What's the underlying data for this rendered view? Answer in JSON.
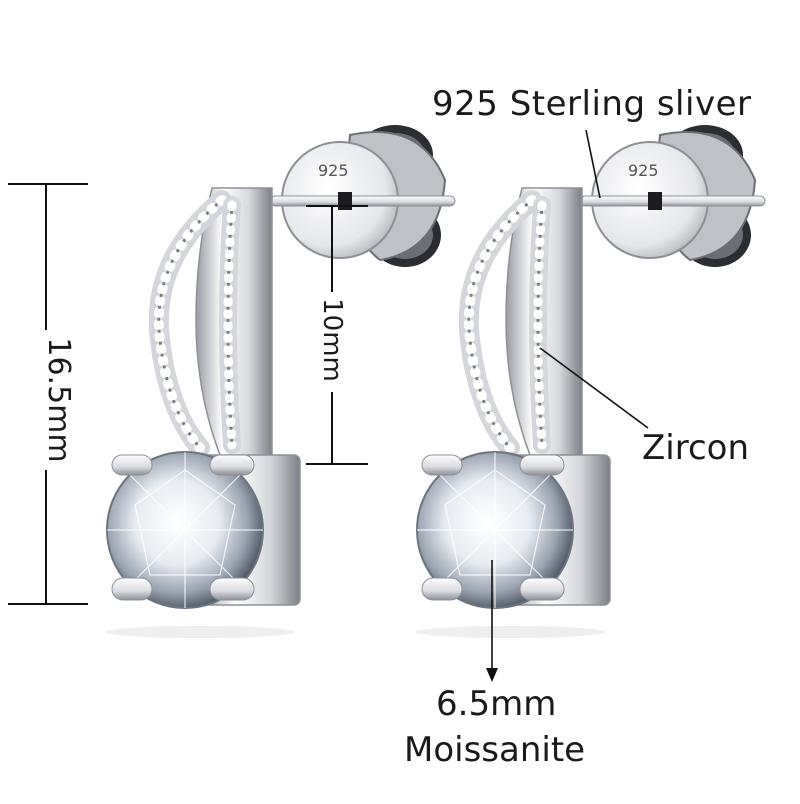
{
  "labels": {
    "material": "925 Sterling sliver",
    "stone_side": "Zircon",
    "center_size": "6.5mm",
    "center_stone": "Moissanite",
    "total_height": "16.5mm",
    "post_length": "10mm",
    "stamp_left": "925",
    "stamp_right": "925"
  },
  "colors": {
    "metal_light": "#f4f4f6",
    "metal_mid": "#c9cad0",
    "metal_dark": "#5a5c63",
    "line": "#111111"
  }
}
